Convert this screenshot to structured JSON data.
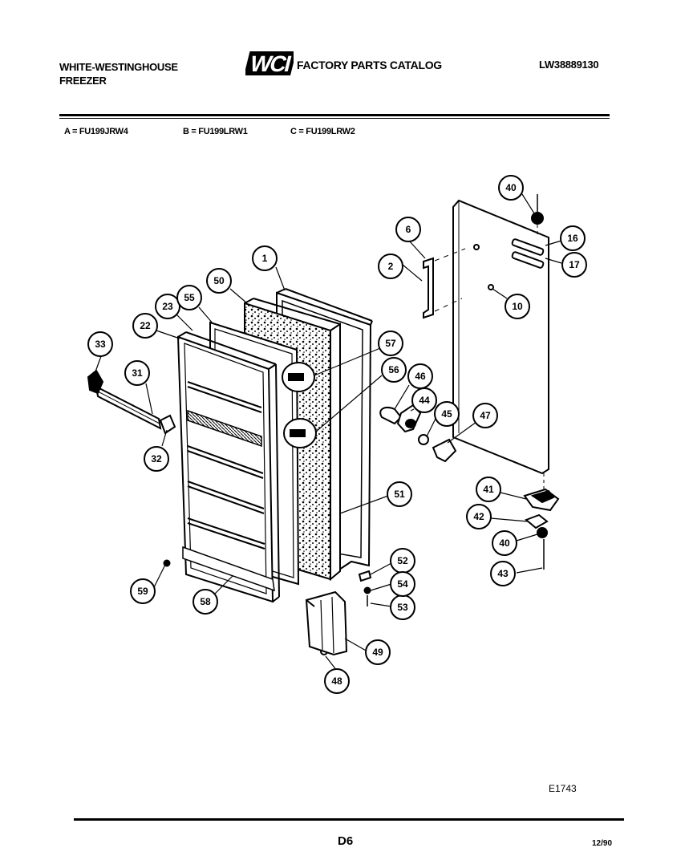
{
  "header": {
    "brand": "WHITE-WESTINGHOUSE",
    "product": "FREEZER",
    "logo_text": "WCI",
    "catalog_title": "FACTORY PARTS CATALOG",
    "catalog_number": "LW38889130"
  },
  "models": [
    {
      "text": "A = FU199JRW4"
    },
    {
      "text": "B = FU199LRW1"
    },
    {
      "text": "C = FU199LRW2"
    }
  ],
  "callouts": {
    "c1": "1",
    "c2": "2",
    "c6": "6",
    "c10": "10",
    "c16": "16",
    "c17": "17",
    "c22": "22",
    "c23": "23",
    "c31": "31",
    "c32": "32",
    "c33": "33",
    "c40a": "40",
    "c40b": "40",
    "c41": "41",
    "c42": "42",
    "c43": "43",
    "c44": "44",
    "c45": "45",
    "c46": "46",
    "c47": "47",
    "c48": "48",
    "c49": "49",
    "c50": "50",
    "c51": "51",
    "c52": "52",
    "c53": "53",
    "c54": "54",
    "c55": "55",
    "c56": "56",
    "c57": "57",
    "c58": "58",
    "c59": "59"
  },
  "footer": {
    "figure_code": "E1743",
    "page": "D6",
    "date": "12/90"
  }
}
